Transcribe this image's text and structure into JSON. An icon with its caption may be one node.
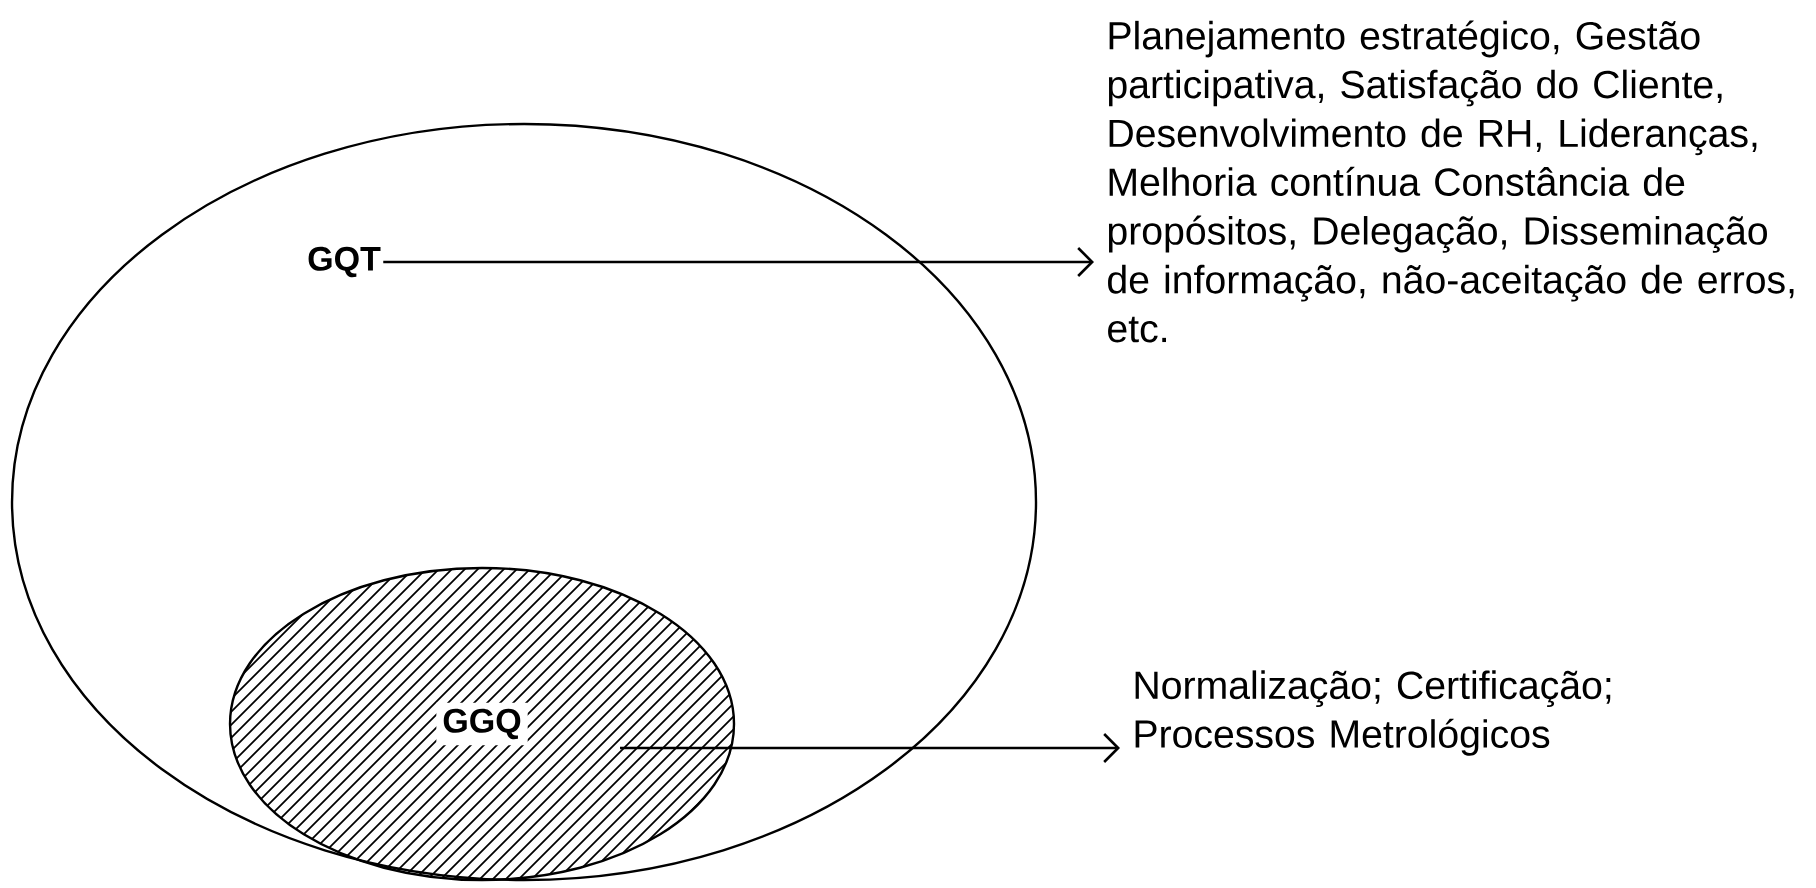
{
  "diagram": {
    "nodes": [
      {
        "text": [],
        "shape": "ellipse"
      },
      {
        "text": [
          "GQT"
        ],
        "in": 0
      },
      {
        "text": [
          "GGQ"
        ],
        "in": 0
      },
      {
        "text": [
          "Planejamento estratégico, Gestão participativa, Satisfação do Cliente, Desenvolvimento de RH, Lideranças, Melhoria contínua Constância de propósitos, Delegação, Disseminação de informação, não-aceitação de erros, etc."
        ]
      },
      {
        "text": [
          "Normalização; Certificação; Processos Metrológicos"
        ]
      }
    ],
    "edges": [
      {
        "from": 1,
        "to": 3,
        "arrow": "to"
      },
      {
        "from": 2,
        "to": 4,
        "arrow": "to"
      }
    ]
  }
}
